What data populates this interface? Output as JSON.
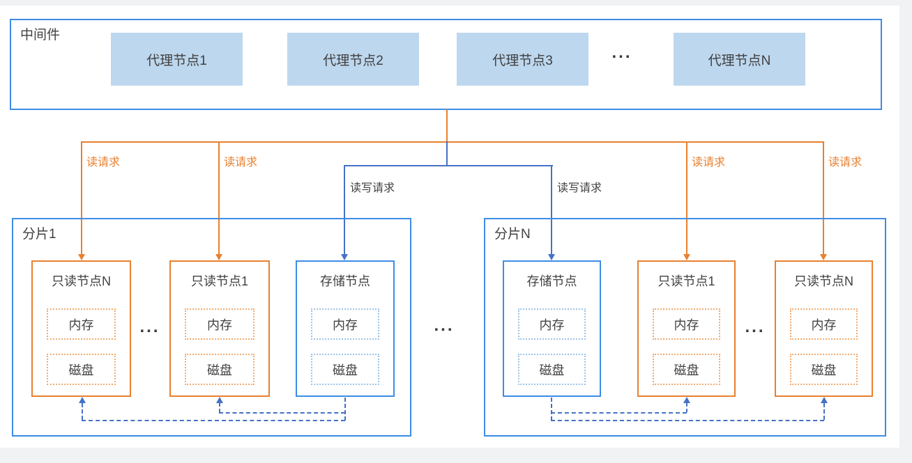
{
  "middleware": {
    "label": "中间件",
    "proxies": [
      {
        "label": "代理节点1"
      },
      {
        "label": "代理节点2"
      },
      {
        "label": "代理节点3"
      },
      {
        "label": "代理节点N"
      }
    ],
    "ellipsis": "..."
  },
  "edge_labels": {
    "read": "读请求",
    "read_write": "读写请求"
  },
  "shards": [
    {
      "label": "分片1",
      "ellipsis": "...",
      "nodes": [
        {
          "title": "只读节点N",
          "type": "readonly"
        },
        {
          "title": "只读节点1",
          "type": "readonly"
        },
        {
          "title": "存储节点",
          "type": "storage"
        }
      ]
    },
    {
      "label": "分片N",
      "ellipsis": "...",
      "nodes": [
        {
          "title": "存储节点",
          "type": "storage"
        },
        {
          "title": "只读节点1",
          "type": "readonly"
        },
        {
          "title": "只读节点N",
          "type": "readonly"
        }
      ]
    }
  ],
  "node_parts": {
    "memory": "内存",
    "disk": "磁盘"
  },
  "center_ellipsis": "...",
  "colors": {
    "orange": "#e8802f",
    "connector_blue": "#4472c4",
    "box_blue": "#3d8ce4",
    "proxy_fill": "#bdd7ee",
    "dotted_orange": "#f3aa6e",
    "dotted_blue": "#9dc3e6",
    "text": "#404040"
  }
}
